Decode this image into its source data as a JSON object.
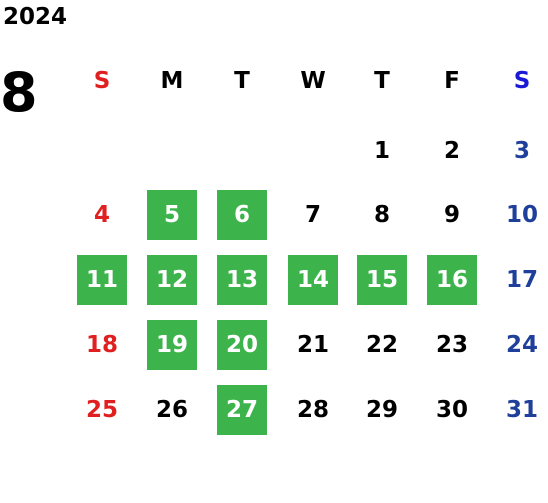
{
  "calendar": {
    "year": "2024",
    "month": "8",
    "weekdays": [
      "S",
      "M",
      "T",
      "W",
      "T",
      "F",
      "S"
    ],
    "weeks": [
      [
        null,
        null,
        null,
        null,
        "1",
        "2",
        "3"
      ],
      [
        "4",
        "5",
        "6",
        "7",
        "8",
        "9",
        "10"
      ],
      [
        "11",
        "12",
        "13",
        "14",
        "15",
        "16",
        "17"
      ],
      [
        "18",
        "19",
        "20",
        "21",
        "22",
        "23",
        "24"
      ],
      [
        "25",
        "26",
        "27",
        "28",
        "29",
        "30",
        "31"
      ]
    ],
    "highlighted_days": [
      "5",
      "6",
      "11",
      "12",
      "13",
      "14",
      "15",
      "16",
      "19",
      "20",
      "27"
    ]
  },
  "colors": {
    "sunday": "#e02020",
    "saturday_header": "#1a1ad6",
    "saturday": "#1e3f9a",
    "weekday": "#000000",
    "highlight_bg": "#3cb44b",
    "highlight_text": "#ffffff"
  }
}
